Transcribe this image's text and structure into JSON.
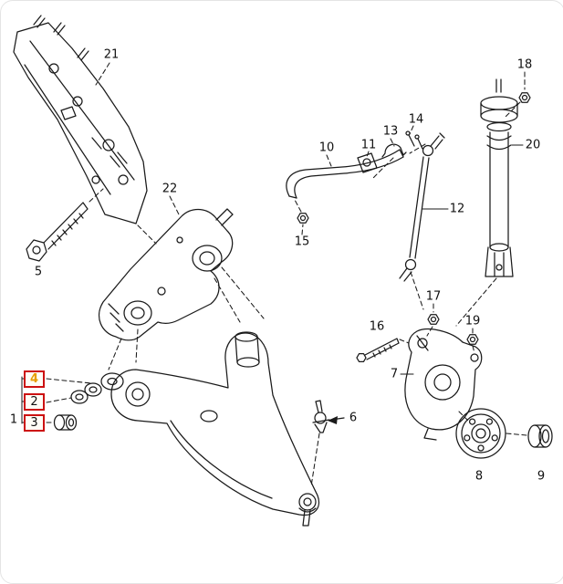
{
  "diagram": {
    "callouts": {
      "c1": "1",
      "c2": "2",
      "c3": "3",
      "c4": "4",
      "c5": "5",
      "c6": "6",
      "c7": "7",
      "c8": "8",
      "c9": "9",
      "c10": "10",
      "c11": "11",
      "c12": "12",
      "c13": "13",
      "c14": "14",
      "c15": "15",
      "c16": "16",
      "c17": "17",
      "c18": "18",
      "c19": "19",
      "c20": "20",
      "c21": "21",
      "c22": "22"
    },
    "highlighted_callouts": [
      "4",
      "2",
      "3"
    ],
    "colors": {
      "line": "#1a1a1a",
      "label": "#111111",
      "background": "#ffffff",
      "highlight_border": "#cc1111",
      "highlight_text": "#e69d00"
    }
  }
}
